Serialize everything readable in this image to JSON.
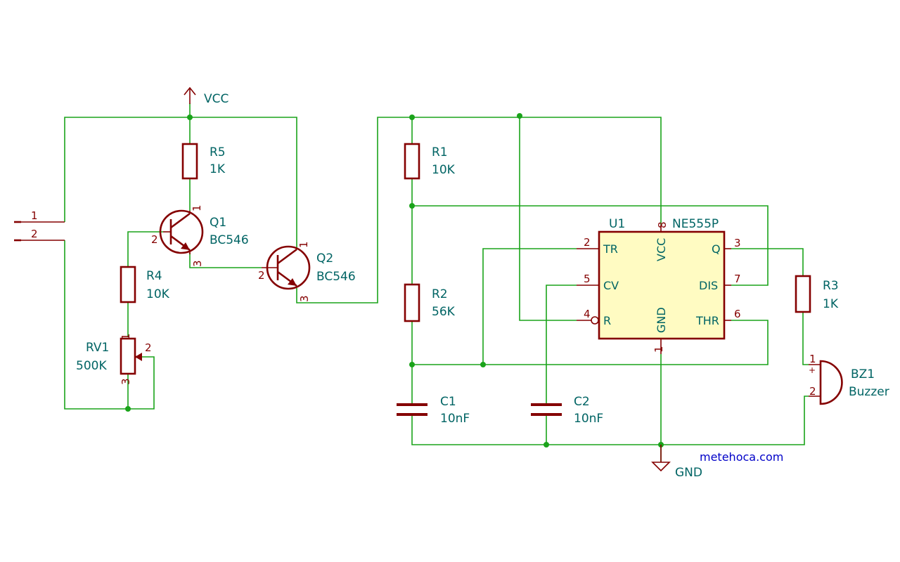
{
  "power": {
    "vcc": "VCC",
    "gnd": "GND"
  },
  "connector": {
    "pin1": "1",
    "pin2": "2"
  },
  "r5": {
    "ref": "R5",
    "value": "1K"
  },
  "q1": {
    "ref": "Q1",
    "value": "BC546",
    "pin1": "1",
    "pin2": "2",
    "pin3": "3"
  },
  "r4": {
    "ref": "R4",
    "value": "10K"
  },
  "rv1": {
    "ref": "RV1",
    "value": "500K",
    "pin1": "1",
    "pin2": "2",
    "pin3": "3"
  },
  "q2": {
    "ref": "Q2",
    "value": "BC546",
    "pin1": "1",
    "pin2": "2",
    "pin3": "3"
  },
  "r1": {
    "ref": "R1",
    "value": "10K"
  },
  "r2": {
    "ref": "R2",
    "value": "56K"
  },
  "c1": {
    "ref": "C1",
    "value": "10nF"
  },
  "c2": {
    "ref": "C2",
    "value": "10nF"
  },
  "u1": {
    "ref": "U1",
    "value": "NE555P",
    "pins": {
      "tr": {
        "name": "TR",
        "num": "2"
      },
      "cv": {
        "name": "CV",
        "num": "5"
      },
      "r": {
        "name": "R",
        "num": "4"
      },
      "vcc": {
        "name": "VCC",
        "num": "8"
      },
      "gnd": {
        "name": "GND",
        "num": "1"
      },
      "q": {
        "name": "Q",
        "num": "3"
      },
      "dis": {
        "name": "DIS",
        "num": "7"
      },
      "thr": {
        "name": "THR",
        "num": "6"
      }
    }
  },
  "r3": {
    "ref": "R3",
    "value": "1K"
  },
  "bz1": {
    "ref": "BZ1",
    "value": "Buzzer",
    "pin1": "1",
    "pin2": "2",
    "plus": "+"
  },
  "credit": "metehoca.com",
  "colors": {
    "wire": "#1aa31a",
    "component": "#840000",
    "label": "#006464",
    "ic_fill": "#fffbc2",
    "credit": "#0000c8"
  }
}
